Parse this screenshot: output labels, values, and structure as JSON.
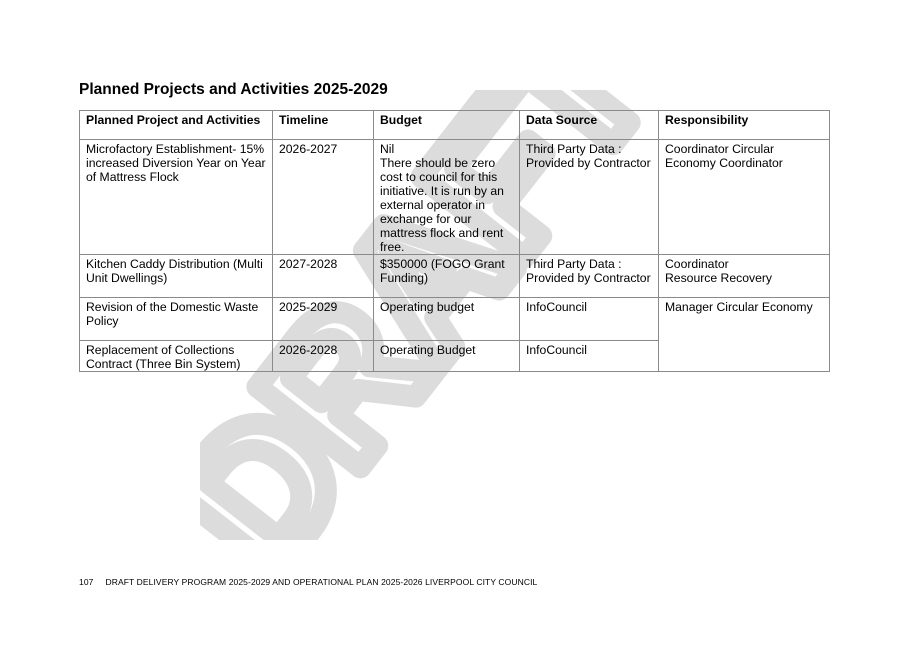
{
  "heading": "Planned Projects and Activities 2025-2029",
  "watermark": "DRAFT",
  "table": {
    "headers": [
      "Planned Project and Activities",
      "Timeline",
      "Budget",
      "Data Source",
      "Responsibility"
    ],
    "rows": [
      {
        "project": "Microfactory Establishment- 15% increased Diversion Year on Year of Mattress Flock",
        "timeline": "2026-2027",
        "budget": "Nil\nThere should be zero cost to council for this initiative. It is run by an external operator in exchange for our mattress flock and rent free.",
        "source": "Third Party Data : Provided by Contractor",
        "responsibility": "Coordinator Circular Economy Coordinator"
      },
      {
        "project": "Kitchen Caddy Distribution (Multi Unit Dwellings)",
        "timeline": "2027-2028",
        "budget": "$350000 (FOGO Grant Funding)",
        "source": "Third Party Data : Provided by Contractor",
        "responsibility": "Coordinator\nResource Recovery"
      },
      {
        "project": "Revision of the Domestic Waste Policy",
        "timeline": "2025-2029",
        "budget": "Operating budget",
        "source": "InfoCouncil",
        "responsibility": "Manager Circular Economy"
      },
      {
        "project": "Replacement of Collections Contract (Three Bin System)",
        "timeline": "2026-2028",
        "budget": "Operating Budget",
        "source": "InfoCouncil"
      }
    ]
  },
  "footer": {
    "page": "107",
    "text": "DRAFT DELIVERY PROGRAM 2025-2029 AND OPERATIONAL PLAN 2025-2026 LIVERPOOL CITY COUNCIL"
  }
}
